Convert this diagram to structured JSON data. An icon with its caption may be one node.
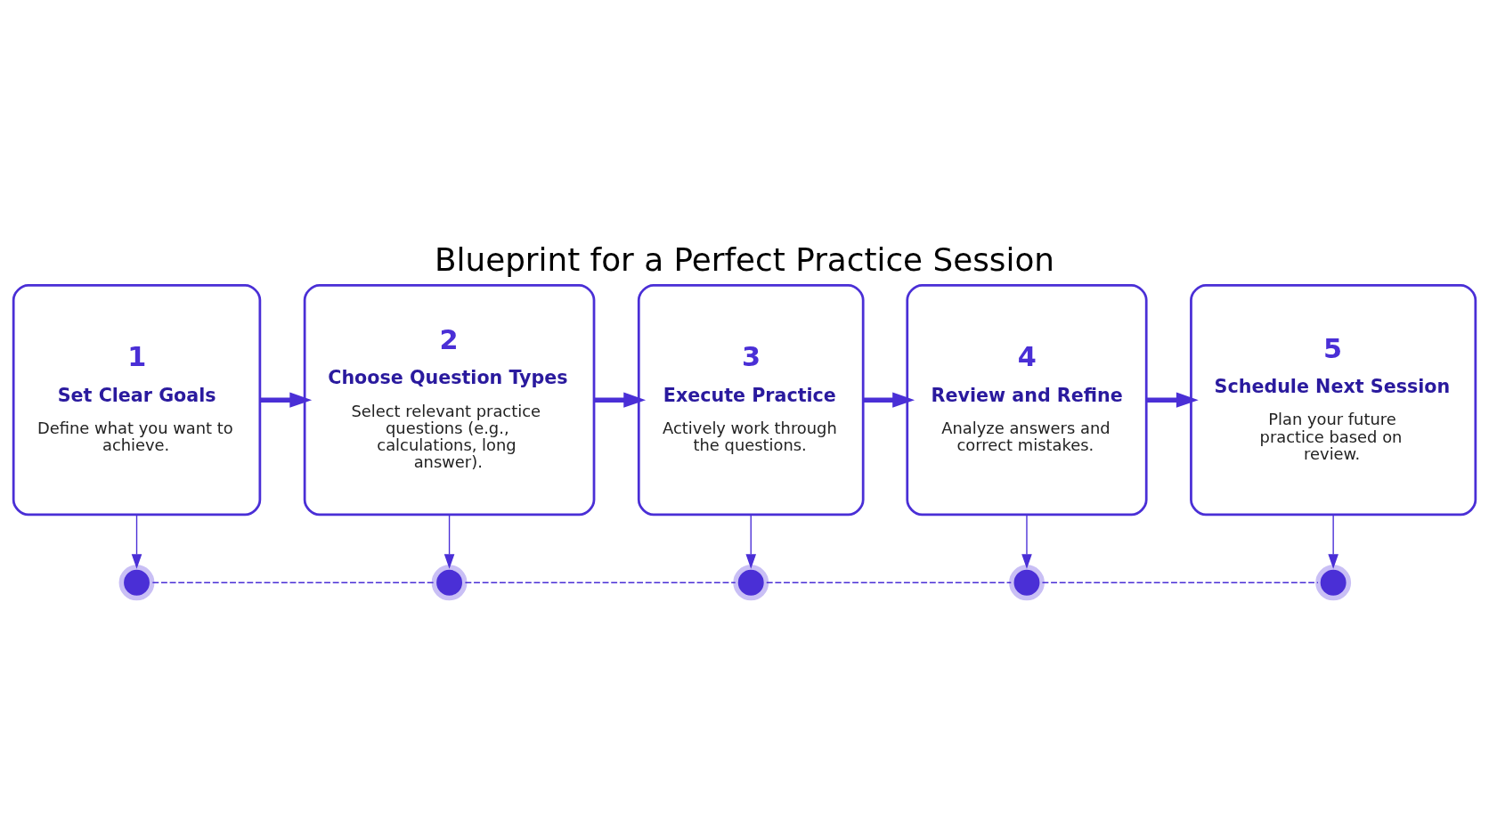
{
  "diagram": {
    "title": "Blueprint for a Perfect Practice Session",
    "nodes": [
      {
        "text": [
          "1",
          "Set Clear Goals",
          "Define what you want to achieve."
        ]
      },
      {
        "text": [
          "2",
          "Choose Question Types",
          "Select relevant practice questions (e.g., calculations, long answer)."
        ]
      },
      {
        "text": [
          "3",
          "Execute Practice",
          "Actively work through the questions."
        ]
      },
      {
        "text": [
          "4",
          "Review and Refine",
          "Analyze answers and correct mistakes."
        ]
      },
      {
        "text": [
          "5",
          "Schedule Next Session",
          "Plan your future practice based on review."
        ]
      },
      {
        "text": [],
        "shape": "circle"
      },
      {
        "text": [],
        "shape": "circle"
      },
      {
        "text": [],
        "shape": "circle"
      },
      {
        "text": [],
        "shape": "circle"
      },
      {
        "text": [],
        "shape": "circle"
      }
    ],
    "edges": [
      {
        "from": 0,
        "to": 1,
        "arrow": "to",
        "style": "thick"
      },
      {
        "from": 1,
        "to": 2,
        "arrow": "to",
        "style": "thick"
      },
      {
        "from": 2,
        "to": 3,
        "arrow": "to",
        "style": "thick"
      },
      {
        "from": 3,
        "to": 4,
        "arrow": "to",
        "style": "thick"
      },
      {
        "from": 0,
        "to": 5,
        "arrow": "to"
      },
      {
        "from": 1,
        "to": 6,
        "arrow": "to"
      },
      {
        "from": 2,
        "to": 7,
        "arrow": "to"
      },
      {
        "from": 3,
        "to": 8,
        "arrow": "to"
      },
      {
        "from": 4,
        "to": 9,
        "arrow": "to"
      },
      {
        "from": 5,
        "to": 6,
        "arrow": "none",
        "style": "dashed"
      },
      {
        "from": 6,
        "to": 7,
        "arrow": "none",
        "style": "dashed"
      },
      {
        "from": 7,
        "to": 8,
        "arrow": "none",
        "style": "dashed"
      },
      {
        "from": 8,
        "to": 9,
        "arrow": "none",
        "style": "dashed"
      }
    ]
  }
}
